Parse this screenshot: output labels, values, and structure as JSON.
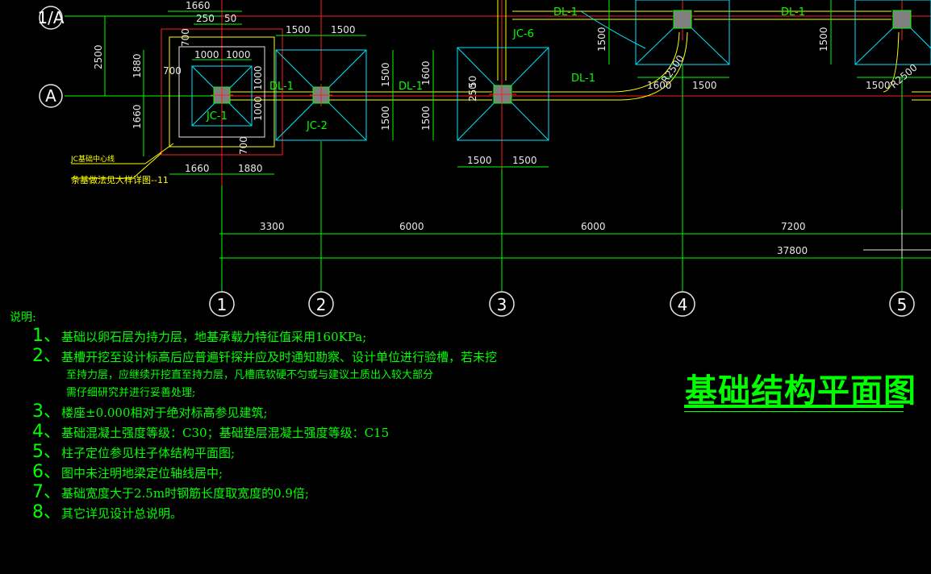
{
  "drawing": {
    "title": "基础结构平面图",
    "axis_labels": {
      "a1": "1/A",
      "a2": "A",
      "c1": "1",
      "c2": "2",
      "c3": "3",
      "c4": "4",
      "c5": "5"
    },
    "foundations": {
      "jc1": "JC-1",
      "jc2": "JC-2",
      "jc6": "JC-6"
    },
    "beams": {
      "dl": "DL-1"
    },
    "dims": {
      "d1660": "1660",
      "d250": "250",
      "d50": "50",
      "d700": "700",
      "d1000": "1000",
      "d1500": "1500",
      "d2500": "2500",
      "d1880": "1880",
      "d1600": "1600",
      "r2500": "R2500",
      "d3300": "3300",
      "d6000": "6000",
      "d7200": "7200",
      "d37800": "37800"
    },
    "leader_notes": {
      "l1": "JC基础中心线",
      "l2": "条基做法见大样详图--11"
    }
  },
  "notes": {
    "heading": "说明:",
    "items": [
      {
        "num": "1、",
        "text": "基础以卵石层为持力层，地基承载力特征值采用160KPa;"
      },
      {
        "num": "2、",
        "text": "基槽开挖至设计标高后应普遍钎探并应及时通知勘察、设计单位进行验槽，若未挖"
      },
      {
        "num": "",
        "text": "至持力层，应继续开挖直至持力层，凡槽底软硬不匀或与建议土质出入较大部分"
      },
      {
        "num": "",
        "text": "需仔细研究并进行妥善处理;"
      },
      {
        "num": "3、",
        "text": "楼座±0.000相对于绝对标高参见建筑;"
      },
      {
        "num": "4、",
        "text": "基础混凝土强度等级：C30；基础垫层混凝土强度等级：C15"
      },
      {
        "num": "5、",
        "text": "柱子定位参见柱子体结构平面图;"
      },
      {
        "num": "6、",
        "text": "图中未注明地梁定位轴线居中;"
      },
      {
        "num": "7、",
        "text": "基础宽度大于2.5m时钢筋长度取宽度的0.9倍;"
      },
      {
        "num": "8、",
        "text": "其它详见设计总说明。"
      }
    ]
  },
  "colors": {
    "background": "#000000",
    "axis_line": "#ff2020",
    "cad_green": "#00ff00",
    "cad_cyan": "#00e5ff",
    "cad_yellow": "#ffff00",
    "column_fill": "#808080",
    "dim_text": "#e6e6e6"
  }
}
